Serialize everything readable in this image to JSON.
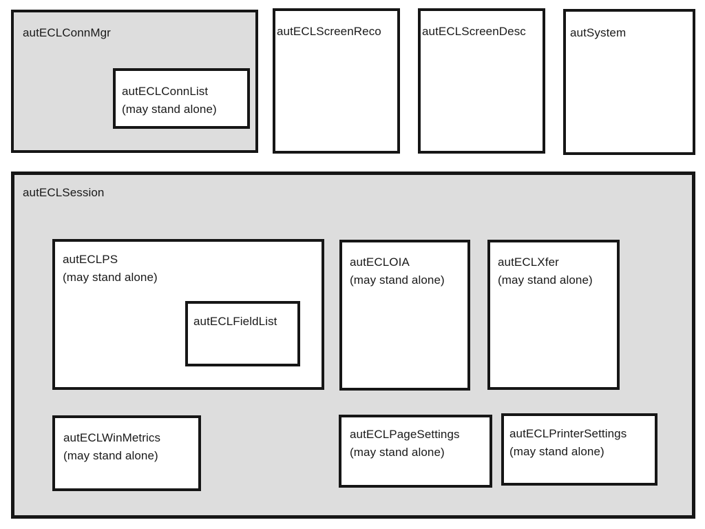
{
  "colors": {
    "page_bg": "#ffffff",
    "container_fill": "#dddddd",
    "box_fill": "#ffffff",
    "border": "#161616",
    "text": "#191919"
  },
  "boxes": {
    "connmgr": {
      "label": "autECLConnMgr"
    },
    "connlist": {
      "label": "autECLConnList",
      "note": "(may stand alone)"
    },
    "screenreco": {
      "label": "autECLScreenReco"
    },
    "screendesc": {
      "label": "autECLScreenDesc"
    },
    "autsystem": {
      "label": "autSystem"
    },
    "session": {
      "label": "autECLSession"
    },
    "ps": {
      "label": "autECLPS",
      "note": "(may stand alone)"
    },
    "fieldlist": {
      "label": "autECLFieldList"
    },
    "oia": {
      "label": "autECLOIA",
      "note": "(may stand alone)"
    },
    "xfer": {
      "label": "autECLXfer",
      "note": "(may stand alone)"
    },
    "winmetrics": {
      "label": "autECLWinMetrics",
      "note": "(may stand alone)"
    },
    "pagesettings": {
      "label": "autECLPageSettings",
      "note": "(may stand alone)"
    },
    "printersettings": {
      "label": "autECLPrinterSettings",
      "note": "(may stand alone)"
    }
  }
}
